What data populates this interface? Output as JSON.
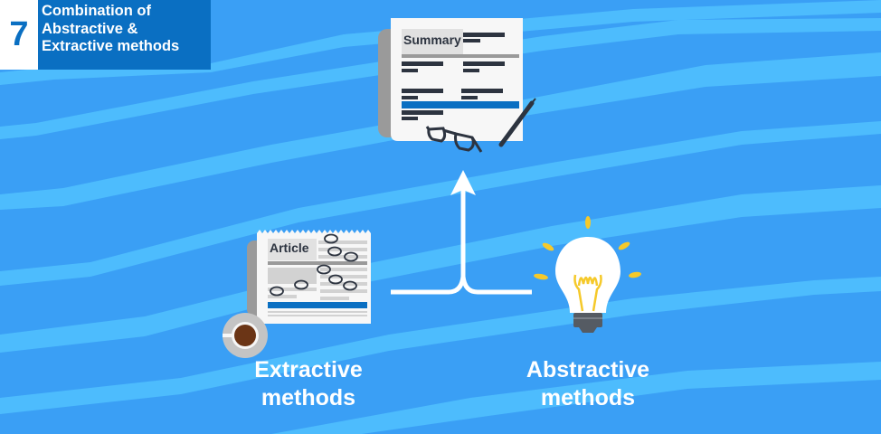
{
  "title": {
    "number": "7",
    "lines": [
      "Combination of",
      "Abstractive &",
      "Extractive methods"
    ]
  },
  "summary_doc": {
    "title": "Summary"
  },
  "article_doc": {
    "title": "Article"
  },
  "labels": {
    "extractive": [
      "Extractive",
      "methods"
    ],
    "abstractive": [
      "Abstractive",
      "methods"
    ]
  },
  "icons": {
    "summary": "newspaper-summary-icon",
    "article": "newspaper-article-icon",
    "coffee": "coffee-cup-icon",
    "glasses": "glasses-icon",
    "pencil": "pencil-icon",
    "bulb": "light-bulb-icon",
    "arrow": "merge-arrow-up-icon"
  },
  "colors": {
    "background": "#3a9ff5",
    "stripe": "#4dbcfd",
    "title_blue": "#0a6fc2",
    "paper": "#f7f7f7",
    "dark_line": "#2d3440",
    "accent_bar": "#0a6fc2",
    "bulb_yellow": "#f5c92a"
  }
}
